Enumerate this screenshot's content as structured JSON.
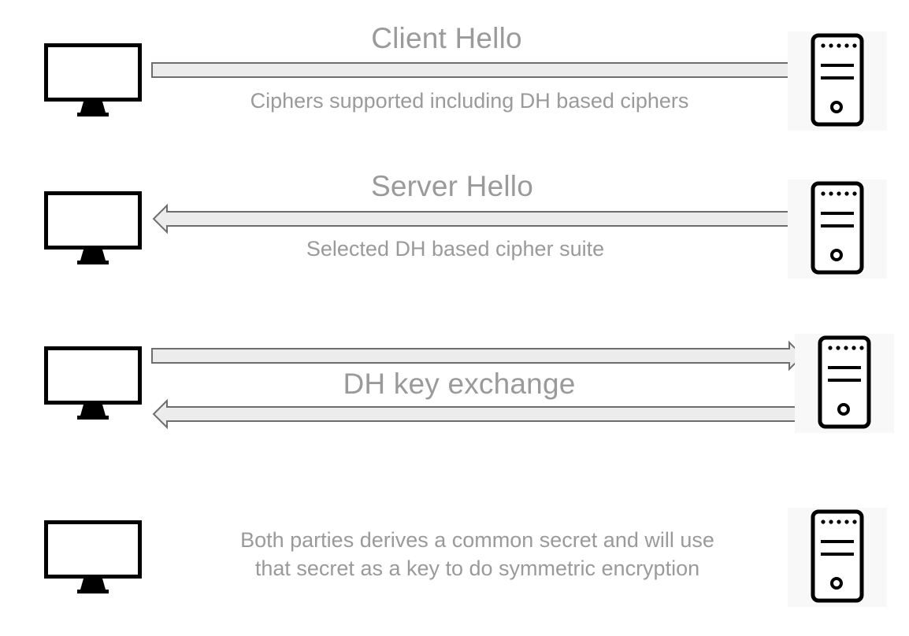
{
  "steps": [
    {
      "id": "client-hello",
      "title": "Client Hello",
      "subtitle": "Ciphers supported including DH based ciphers",
      "direction": "client-to-server"
    },
    {
      "id": "server-hello",
      "title": "Server Hello",
      "subtitle": "Selected DH based cipher suite",
      "direction": "server-to-client"
    },
    {
      "id": "key-exchange",
      "title": "DH key exchange",
      "direction": "both"
    },
    {
      "id": "shared-secret",
      "note_lines": [
        "Both parties derives a common secret and will use",
        "that secret as a key to do symmetric encryption"
      ]
    }
  ],
  "icons": {
    "client": "desktop-monitor-icon",
    "server": "server-tower-icon"
  },
  "colors": {
    "label_text": "#9a9a9a",
    "arrow_fill": "#ececec",
    "arrow_stroke": "#6e6e6e",
    "icon_stroke": "#000000",
    "server_backdrop": "#f8f8f8"
  }
}
